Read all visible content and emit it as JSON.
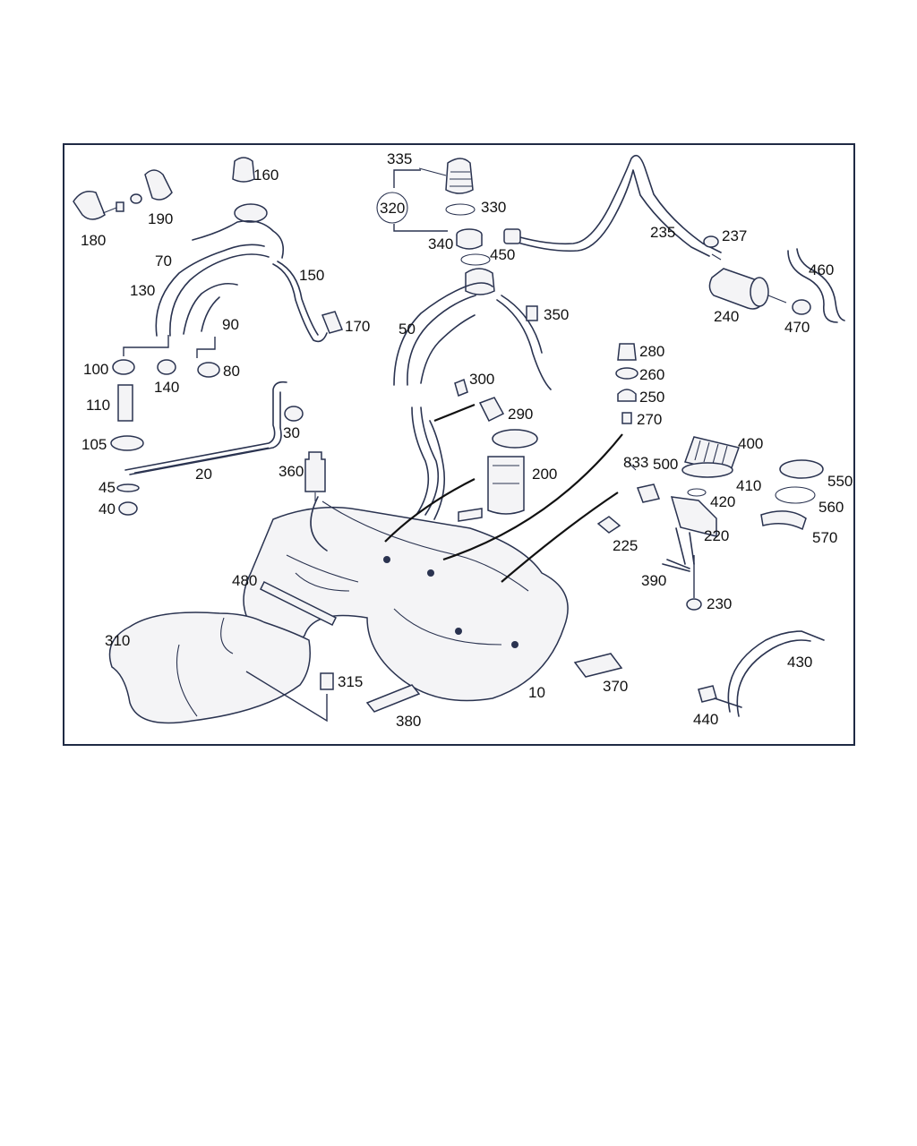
{
  "diagram": {
    "colors": {
      "frame": "#1f2a44",
      "lines": "#2a3350",
      "labels": "#111111",
      "background": "#ffffff"
    },
    "labels": {
      "p335": "335",
      "p320": "320",
      "p330": "330",
      "p340": "340",
      "p450": "450",
      "p160": "160",
      "p180": "180",
      "p190": "190",
      "p70": "70",
      "p130": "130",
      "p150": "150",
      "p90": "90",
      "p170": "170",
      "p100": "100",
      "p140": "140",
      "p80": "80",
      "p110": "110",
      "p105": "105",
      "p30": "30",
      "p20": "20",
      "p45": "45",
      "p40": "40",
      "p360": "360",
      "p50": "50",
      "p350": "350",
      "p300": "300",
      "p290": "290",
      "p235": "235",
      "p237": "237",
      "p240": "240",
      "p460": "460",
      "p470": "470",
      "p280": "280",
      "p260": "260",
      "p250": "250",
      "p270": "270",
      "p400": "400",
      "p833": "833",
      "p500": "500",
      "p200": "200",
      "p410": "410",
      "p420": "420",
      "p550": "550",
      "p560": "560",
      "p570": "570",
      "p220": "220",
      "p225": "225",
      "p390": "390",
      "p230": "230",
      "p480": "480",
      "p310": "310",
      "p315": "315",
      "p380": "380",
      "p10": "10",
      "p370": "370",
      "p430": "430",
      "p440": "440"
    }
  }
}
